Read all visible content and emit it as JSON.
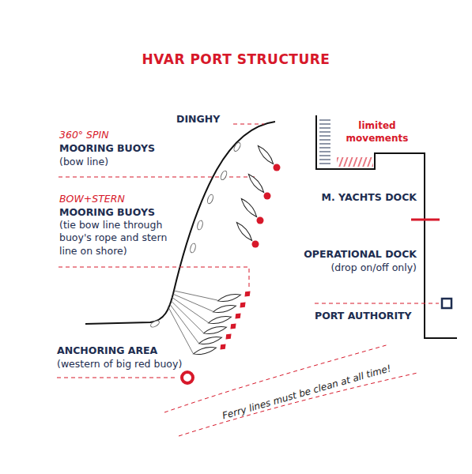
{
  "diagram": {
    "title": "HVAR PORT STRUCTURE",
    "labels": [
      "DINGHY",
      "360° SPIN",
      "MOORING BUOYS",
      "(bow line)",
      "BOW+STERN",
      "MOORING BUOYS",
      "(tie bow line through buoy's rope and stern line on shore)",
      "limited movements",
      "M. YACHTS DOCK",
      "OPERATIONAL DOCK",
      "(drop on/off only)",
      "PORT AUTHORITY",
      "ANCHORING AREA",
      "(western of big red buoy)",
      "Ferry lines must be clean at all time!"
    ]
  }
}
